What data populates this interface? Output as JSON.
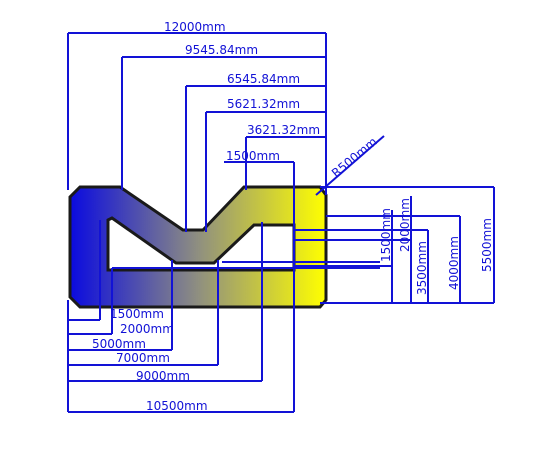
{
  "diagram": {
    "colors": {
      "dimension": "#1212d6",
      "fill_start": "#0a0ae0",
      "fill_mid": "#8f8f80",
      "fill_end": "#ffff00",
      "outline": "#1a1a1a"
    },
    "top_dimensions": [
      "12000mm",
      "9545.84mm",
      "6545.84mm",
      "5621.32mm",
      "3621.32mm",
      "1500mm"
    ],
    "radius_label": "R500mm",
    "right_dimensions": [
      "1500mm",
      "2000mm",
      "3500mm",
      "4000mm",
      "5500mm"
    ],
    "bottom_dimensions": [
      "1500mm",
      "2000mm",
      "5000mm",
      "7000mm",
      "9000mm",
      "10500mm"
    ]
  }
}
